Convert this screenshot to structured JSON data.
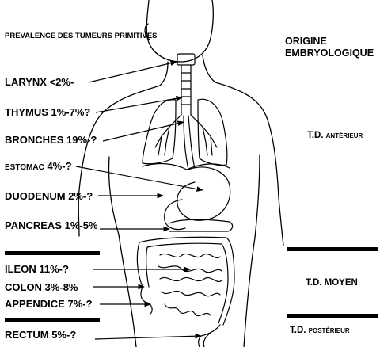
{
  "title_left": "PREVALENCE DES TUMEURS PRIMITIVES",
  "title_right": [
    "ORIGINE",
    "EMBRYOLOGIQUE"
  ],
  "organs": [
    {
      "name": "LARYNX",
      "value": "<2%-"
    },
    {
      "name": "THYMUS",
      "value": "1%-7%?"
    },
    {
      "name": "BRONCHES",
      "value": "19%-?"
    },
    {
      "name": "ESTOMAC",
      "value": "4%-?"
    },
    {
      "name": "DUODENUM",
      "value": "2%-?"
    },
    {
      "name": "PANCREAS",
      "value": "1%-5%"
    },
    {
      "name": "ILEON",
      "value": "11%-?"
    },
    {
      "name": "COLON",
      "value": "3%-8%"
    },
    {
      "name": "APPENDICE",
      "value": "7%-?"
    },
    {
      "name": "RECTUM",
      "value": "5%-?"
    }
  ],
  "origins": [
    {
      "prefix": "T.D.",
      "suffix": "ANTÉRIEUR"
    },
    {
      "prefix": "T.D.",
      "suffix": "MOYEN"
    },
    {
      "prefix": "T.D.",
      "suffix": "POSTÉRIEUR"
    }
  ]
}
